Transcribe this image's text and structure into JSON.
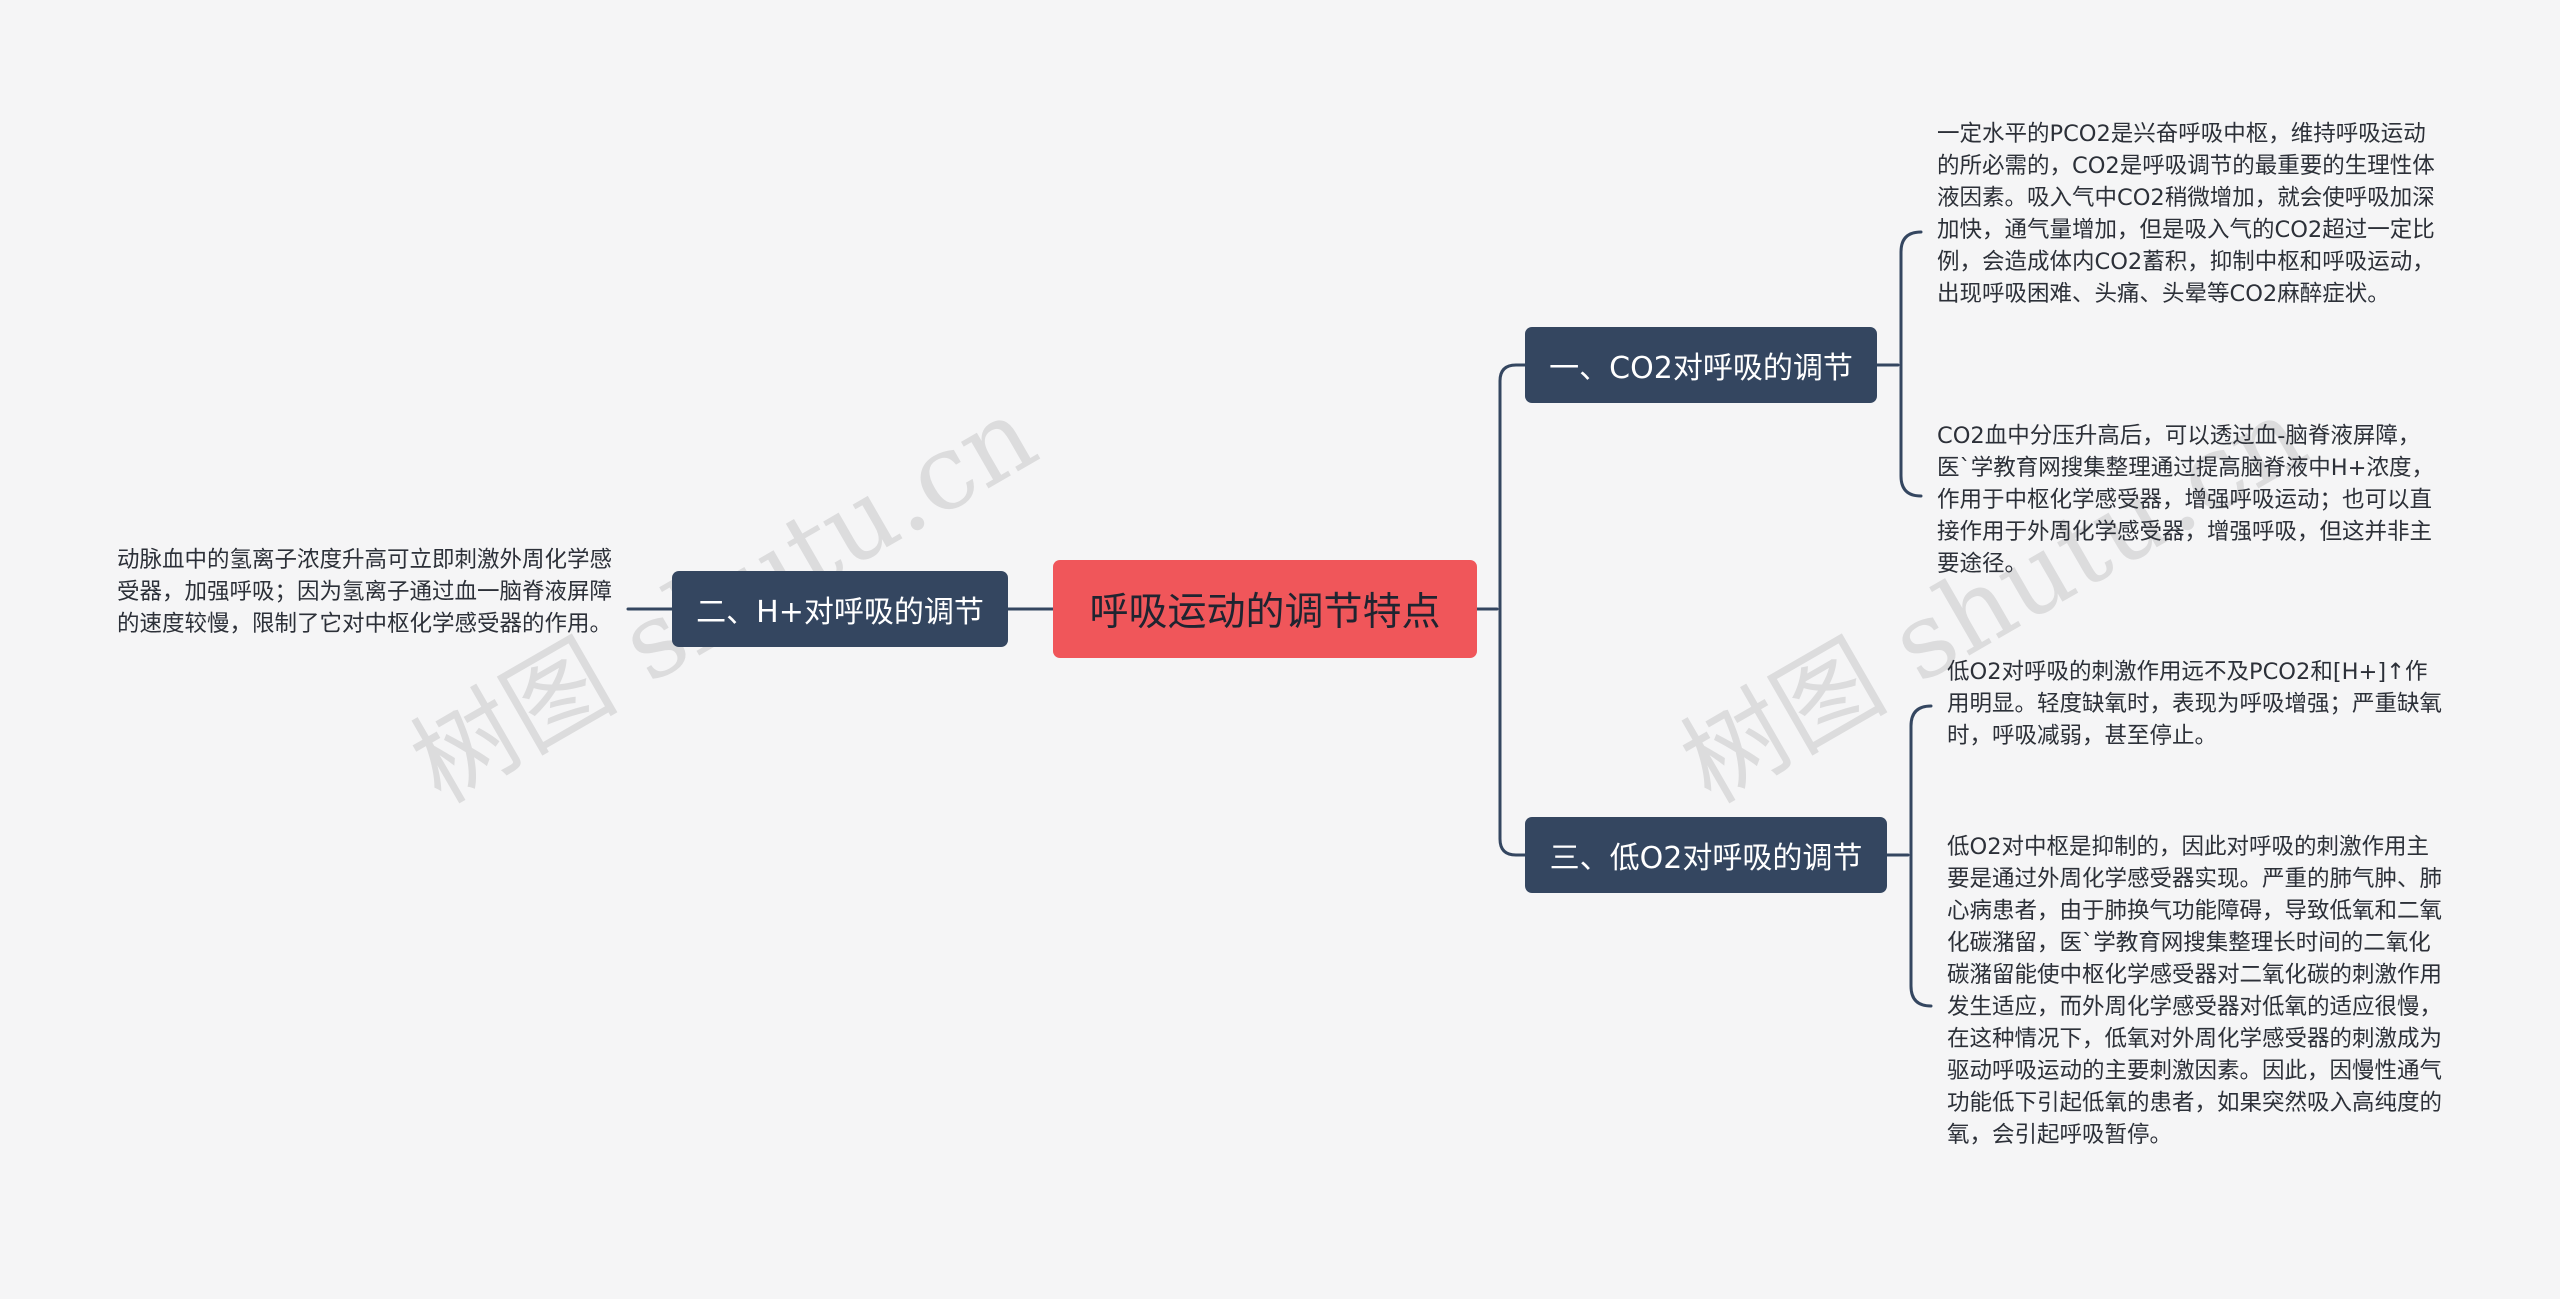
{
  "mindmap": {
    "root": {
      "label": "呼吸运动的调节特点"
    },
    "topics": {
      "co2": {
        "label": "一、CO2对呼吸的调节",
        "details": [
          "一定水平的PCO2是兴奋呼吸中枢，维持呼吸运动的所必需的，CO2是呼吸调节的最重要的生理性体液因素。吸入气中CO2稍微增加，就会使呼吸加深加快，通气量增加，但是吸入气的CO2超过一定比例，会造成体内CO2蓄积，抑制中枢和呼吸运动，出现呼吸困难、头痛、头晕等CO2麻醉症状。",
          "CO2血中分压升高后，可以透过血-脑脊液屏障，医`学教育网搜集整理通过提高脑脊液中H+浓度，作用于中枢化学感受器，增强呼吸运动；也可以直接作用于外周化学感受器，增强呼吸，但这并非主要途径。"
        ]
      },
      "h": {
        "label": "二、H+对呼吸的调节",
        "details": [
          "动脉血中的氢离子浓度升高可立即刺激外周化学感受器，加强呼吸；因为氢离子通过血一脑脊液屏障的速度较慢，限制了它对中枢化学感受器的作用。"
        ]
      },
      "o2": {
        "label": "三、低O2对呼吸的调节",
        "details": [
          "低O2对呼吸的刺激作用远不及PCO2和[H+]↑作用明显。轻度缺氧时，表现为呼吸增强；严重缺氧时，呼吸减弱，甚至停止。",
          "低O2对中枢是抑制的，因此对呼吸的刺激作用主要是通过外周化学感受器实现。严重的肺气肿、肺心病患者，由于肺换气功能障碍，导致低氧和二氧化碳潴留，医`学教育网搜集整理长时间的二氧化碳潴留能使中枢化学感受器对二氧化碳的刺激作用发生适应，而外周化学感受器对低氧的适应很慢，在这种情况下，低氧对外周化学感受器的刺激成为驱动呼吸运动的主要刺激因素。因此，因慢性通气功能低下引起低氧的患者，如果突然吸入高纯度的氧，会引起呼吸暂停。"
        ]
      }
    }
  },
  "watermarks": [
    "树图 shutu.cn",
    "树图 shutu.cn"
  ],
  "colors": {
    "background": "#f5f5f6",
    "root_fill": "#f0565a",
    "topic_fill": "#344660",
    "connector": "#344660"
  }
}
